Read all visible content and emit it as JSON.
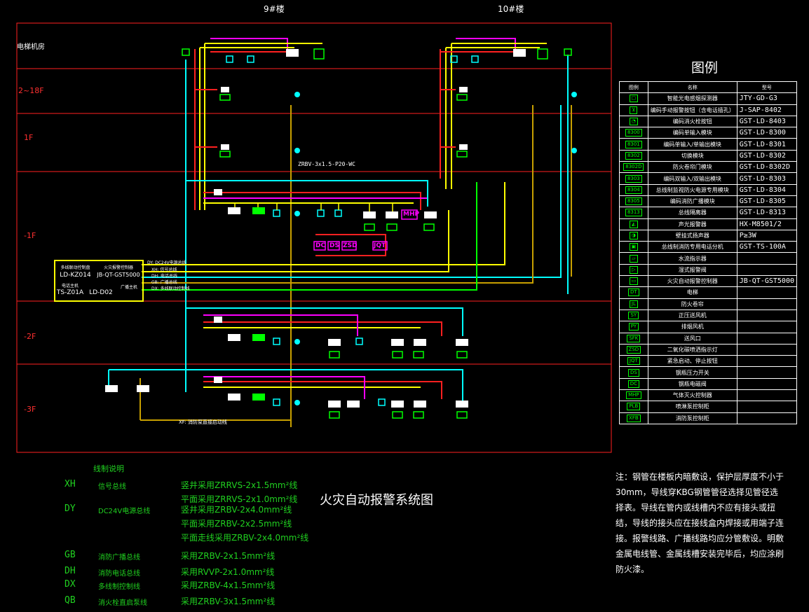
{
  "buildings": {
    "b9": "9#楼",
    "b10": "10#楼"
  },
  "floors": {
    "machine_room": "电梯机房",
    "f2_18": "2~18F",
    "f1": "1F",
    "fm1": "-1F",
    "fm2": "-2F",
    "fm3": "-3F"
  },
  "legend": {
    "title": "图例",
    "headers": [
      "图例",
      "名称",
      "型号"
    ],
    "rows": [
      {
        "sym": "▢",
        "name": "智能光电感烟探测器",
        "model": "JTY-GD-G3"
      },
      {
        "sym": "⊻",
        "name": "编码手动报警按钮（含电话插孔）",
        "model": "J-SAP-8402"
      },
      {
        "sym": "◔",
        "name": "编码消火栓按钮",
        "model": "GST-LD-8403"
      },
      {
        "sym": "8300",
        "name": "编码单输入模块",
        "model": "GST-LD-8300"
      },
      {
        "sym": "8301",
        "name": "编码单输入/单输出模块",
        "model": "GST-LD-8301"
      },
      {
        "sym": "8302",
        "name": "切换模块",
        "model": "GST-LD-8302"
      },
      {
        "sym": "8302D",
        "name": "防火卷帘门模块",
        "model": "GST-LD-8302D"
      },
      {
        "sym": "8303",
        "name": "编码双输入/双输出模块",
        "model": "GST-LD-8303"
      },
      {
        "sym": "8304",
        "name": "总线制监视防火电源专用模块",
        "model": "GST-LD-8304"
      },
      {
        "sym": "8305",
        "name": "编码消防广播模块",
        "model": "GST-LD-8305"
      },
      {
        "sym": "8313",
        "name": "总线隔离器",
        "model": "GST-LD-8313"
      },
      {
        "sym": "◭",
        "name": "声光报警器",
        "model": "HX-M8501/2"
      },
      {
        "sym": "◑",
        "name": "壁挂式扬声器",
        "model": "P≥3W"
      },
      {
        "sym": "▣",
        "name": "总线制消防专用电话分机",
        "model": "GST-TS-100A"
      },
      {
        "sym": "▱",
        "name": "水流指示器",
        "model": ""
      },
      {
        "sym": "▷",
        "name": "湿式报警阀",
        "model": ""
      },
      {
        "sym": "▭",
        "name": "火灾自动报警控制器",
        "model": "JB-QT-GST5000"
      },
      {
        "sym": "DT",
        "name": "电梯",
        "model": ""
      },
      {
        "sym": "JL",
        "name": "防火卷帘",
        "model": ""
      },
      {
        "sym": "SY",
        "name": "正压送风机",
        "model": ""
      },
      {
        "sym": "PY",
        "name": "排烟风机",
        "model": ""
      },
      {
        "sym": "SFK",
        "name": "送风口",
        "model": ""
      },
      {
        "sym": "ZSD",
        "name": "二氧化碳喷洒指示灯",
        "model": ""
      },
      {
        "sym": "JQT",
        "name": "紧急启动、停止按钮",
        "model": ""
      },
      {
        "sym": "DS",
        "name": "钢瓶压力开关",
        "model": ""
      },
      {
        "sym": "DC",
        "name": "钢瓶电磁阀",
        "model": ""
      },
      {
        "sym": "MHP",
        "name": "气体灭火控制器",
        "model": ""
      },
      {
        "sym": "PLB",
        "name": "喷淋泵控制柜",
        "model": ""
      },
      {
        "sym": "XFB",
        "name": "消防泵控制柜",
        "model": ""
      }
    ]
  },
  "panel": {
    "cells": [
      "多线联动控制盘",
      "LD-KZ014",
      "火灾报警控制器",
      "JB-QT-GST5000",
      "电话主机",
      "TS-Z01A",
      "LD-D02",
      "广播主机"
    ],
    "bus_labels": [
      "DY: DC24V电源总线",
      "XH: 信号总线",
      "DH: 电话总线",
      "GB: 广播总线",
      "DX: 多线联动控制线"
    ]
  },
  "diagram_labels": {
    "conduit": "ZRBV-3x1.5-P20-WC",
    "xf_label": "XF: 消防泵直接启动线",
    "gas_items": [
      "DC",
      "DS",
      "ZSD",
      "JQT"
    ],
    "mhp": "MHP"
  },
  "wire_notes": {
    "heading": "线制说明",
    "rows": [
      {
        "code": "XH",
        "name": "信号总线",
        "specs": [
          "竖井采用ZRRVS-2x1.5mm²线",
          "平面采用ZRRVS-2x1.0mm²线"
        ]
      },
      {
        "code": "DY",
        "name": "DC24V电源总线",
        "specs": [
          "竖井采用ZRBV-2x4.0mm²线",
          "平面采用ZRBV-2x2.5mm²线",
          "平面走线采用ZRBV-2x4.0mm²线"
        ]
      },
      {
        "code": "GB",
        "name": "消防广播总线",
        "specs": [
          "采用ZRBV-2x1.5mm²线"
        ]
      },
      {
        "code": "DH",
        "name": "消防电话总线",
        "specs": [
          "采用RVVP-2x1.0mm²线"
        ]
      },
      {
        "code": "DX",
        "name": "多线制控制线",
        "specs": [
          "采用ZRBV-4x1.5mm²线"
        ]
      },
      {
        "code": "QB",
        "name": "消火栓直启泵线",
        "specs": [
          "采用ZRBV-3x1.5mm²线"
        ]
      }
    ]
  },
  "title": "火灾自动报警系统图",
  "note": "注：钢管在楼板内暗敷设，保护层厚度不小于30mm，导线穿KBG钢管管径选择见管径选择表。导线在管内或线槽内不应有接头或扭结，导线的接头应在接线盒内焊接或用端子连接。报警线路、广播线路均应分管敷设。明敷金属电线管、金属线槽安装完毕后，均应涂刷防火漆。"
}
